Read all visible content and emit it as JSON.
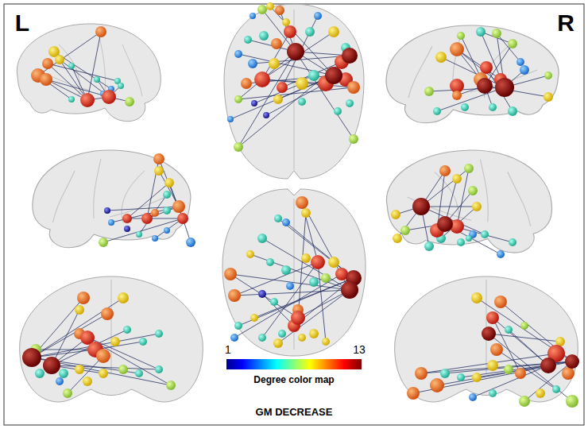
{
  "diagram": {
    "labels": [
      "L",
      "R",
      "1",
      "13",
      "Degree color map",
      "GM DECREASE"
    ]
  }
}
